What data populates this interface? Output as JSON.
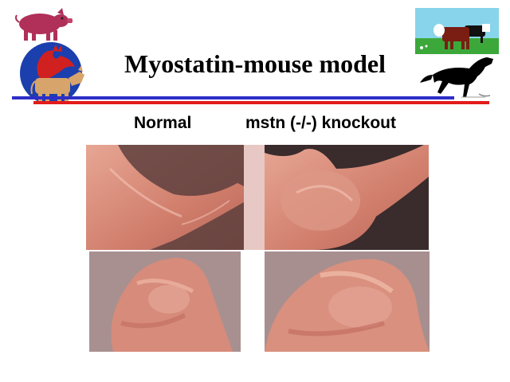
{
  "slide": {
    "title": "Myostatin-mouse model",
    "label_normal": "Normal",
    "label_knockout": "mstn (-/-) knockout"
  },
  "colors": {
    "rule_blue": "#2e2ec8",
    "rule_red": "#e21b1b",
    "skin": "#d98b78",
    "background_dark": "#3a2a2a",
    "pig": "#b0305a",
    "emblem_blue": "#1c3fae",
    "emblem_red": "#d12020",
    "cow_tan": "#d7a46b"
  },
  "icons": [
    "pig-icon",
    "rooster-cow-emblem-icon",
    "cow-field-icon",
    "horse-icon"
  ],
  "photos": [
    "forelimb-photo-normal",
    "forelimb-photo-knockout",
    "hindlimb-photo-normal",
    "hindlimb-photo-knockout"
  ]
}
